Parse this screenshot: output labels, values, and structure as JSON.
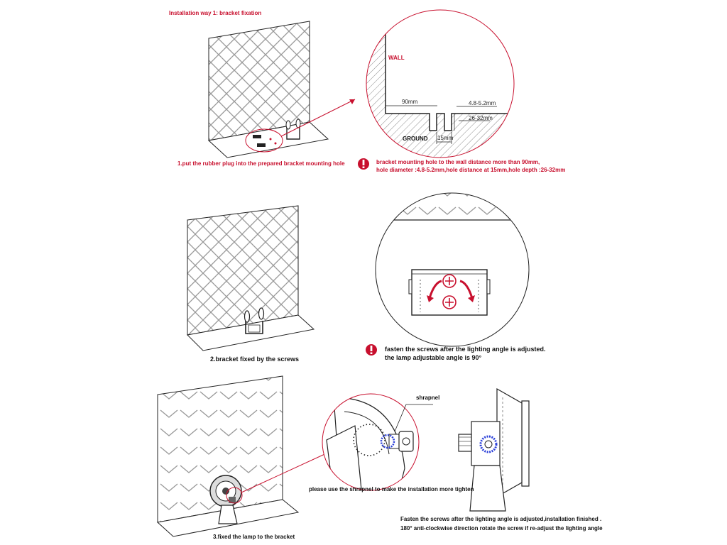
{
  "title": "Installation way 1: bracket fixation",
  "colors": {
    "accent": "#c8102e",
    "line": "#222222",
    "hatch": "#888888",
    "washer": "#2a3fd8"
  },
  "step1": {
    "caption": "1.put the rubber plug into the prepared bracket mounting hole",
    "detail": {
      "wall_label": "WALL",
      "ground_label": "GROUND",
      "dim_90": "90mm",
      "dim_hole_dia": "4.8-5.2mm",
      "dim_depth": "26-32mm",
      "dim_15": "15mm"
    },
    "note_line1": "bracket mounting hole to the wall distance more than 90mm,",
    "note_line2": "hole diameter :4.8-5.2mm,hole distance at 15mm,hole depth :26-32mm"
  },
  "step2": {
    "caption": "2.bracket fixed by the screws",
    "note_line1": "fasten the screws after the lighting angle is adjusted.",
    "note_line2": "the lamp adjustable angle is 90°"
  },
  "step3": {
    "caption": "3.fixed the lamp to the bracket",
    "shrapnel_label": "shrapnel",
    "shrapnel_note": "please use the shrapnel to make the installation more tighten",
    "finish_line1": "Fasten the screws after the lighting angle is adjusted,installation finished .",
    "finish_line2": "180° anti-clockwise direction rotate the screw if re-adjust the lighting angle"
  },
  "icons": [
    "warning-icon",
    "arrow-icon",
    "washer-icon"
  ]
}
